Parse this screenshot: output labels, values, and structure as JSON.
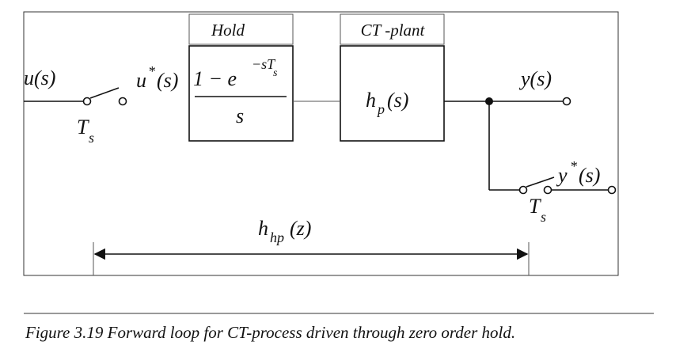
{
  "blocks": {
    "hold": {
      "header": "Hold",
      "numerator": "1 − e",
      "exponent": "−sT",
      "exponent_sub": "s",
      "denominator": "s"
    },
    "plant": {
      "header": "CT -plant",
      "func_main": "h",
      "func_sub": "p",
      "func_arg": "(s)"
    }
  },
  "signals": {
    "input": "u(s)",
    "sampled_input_main": "u",
    "sampled_input_sup": "*",
    "sampled_input_arg": "(s)",
    "output": "y(s)",
    "sampled_output_main": "y",
    "sampled_output_sup": "*",
    "sampled_output_arg": "(s)"
  },
  "samplers": {
    "input_period_main": "T",
    "input_period_sub": "s",
    "output_period_main": "T",
    "output_period_sub": "s"
  },
  "span_label": {
    "main": "h",
    "sub": "hp",
    "arg": "(z)"
  },
  "caption": "Figure 3.19  Forward loop for CT-process driven through zero order hold."
}
